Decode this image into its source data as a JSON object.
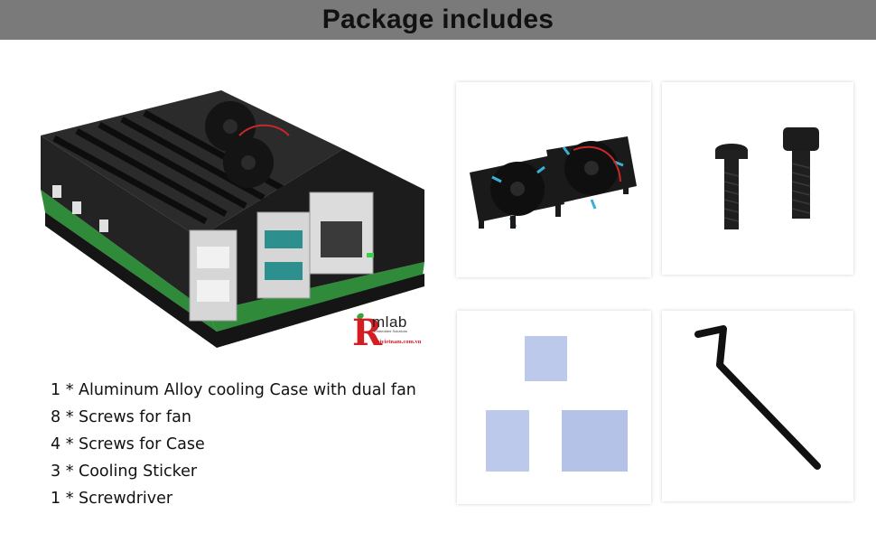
{
  "banner": {
    "title": "Package includes"
  },
  "logo": {
    "mark": "R",
    "word": "mlab",
    "tagline": "Embedded Solutions",
    "site": "rpivietnam.com.vn"
  },
  "contents": [
    "1 * Aluminum Alloy cooling Case with dual fan",
    "8 * Screws for fan",
    "4 * Screws for Case",
    "3 * Cooling Sticker",
    "1 * Screwdriver"
  ],
  "colors": {
    "banner": "#7a7a7a",
    "brand_red": "#d31d22",
    "sticker_blue": "#bcc9ea",
    "case_black": "#1e1e1e"
  },
  "images": {
    "main": "aluminum-case-with-dual-fan",
    "panel_1": "dual-fan-pair",
    "panel_2": "case-screws",
    "panel_3": "cooling-stickers",
    "panel_4": "hex-key-screwdriver"
  }
}
